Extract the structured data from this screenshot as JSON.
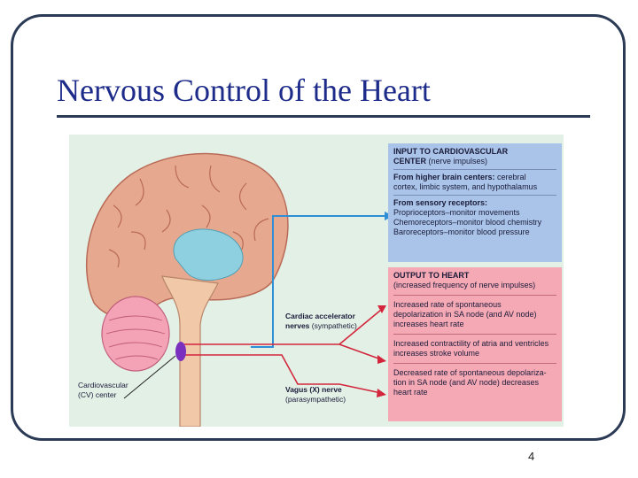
{
  "slide": {
    "title": "Nervous Control of the Heart",
    "page_number": "4"
  },
  "figure": {
    "input_box": {
      "heading_line1": "INPUT TO CARDIOVASCULAR",
      "heading_line2": "CENTER",
      "heading_sub": "(nerve impulses)",
      "higher_heading": "From higher brain centers:",
      "higher_text1": "cerebral",
      "higher_text2": "cortex, limbic system, and hypothalamus",
      "sensory_heading": "From sensory receptors:",
      "sensory_items": [
        "Proprioceptors–monitor movements",
        "Chemoreceptors–monitor blood chemistry",
        "Baroreceptors–monitor blood pressure"
      ]
    },
    "output_box": {
      "heading": "OUTPUT TO HEART",
      "heading_sub": "(increased frequency of nerve impulses)",
      "effects": [
        [
          "Increased rate of spontaneous",
          "depolarization in SA node (and AV node)",
          "increases heart rate"
        ],
        [
          "Increased contractility of atria and ventricles",
          "increases stroke volume"
        ],
        [
          "Decreased rate of spontaneous depolariza-",
          "tion in SA node (and AV node) decreases",
          "heart rate"
        ]
      ]
    },
    "labels": {
      "cardiac_accelerator_line1": "Cardiac accelerator",
      "cardiac_accelerator_line2": "nerves",
      "cardiac_accelerator_sub": "(sympathetic)",
      "vagus_line1": "Vagus (X) nerve",
      "vagus_sub": "(parasympathetic)",
      "cv_center_line1": "Cardiovascular",
      "cv_center_line2": "(CV) center"
    },
    "colors": {
      "input_box": "#a9c4e8",
      "output_box": "#f5a9b4",
      "input_arrow": "#2f8fd6",
      "output_arrow": "#d3263c",
      "cv_center": "#7b2fbf"
    }
  }
}
